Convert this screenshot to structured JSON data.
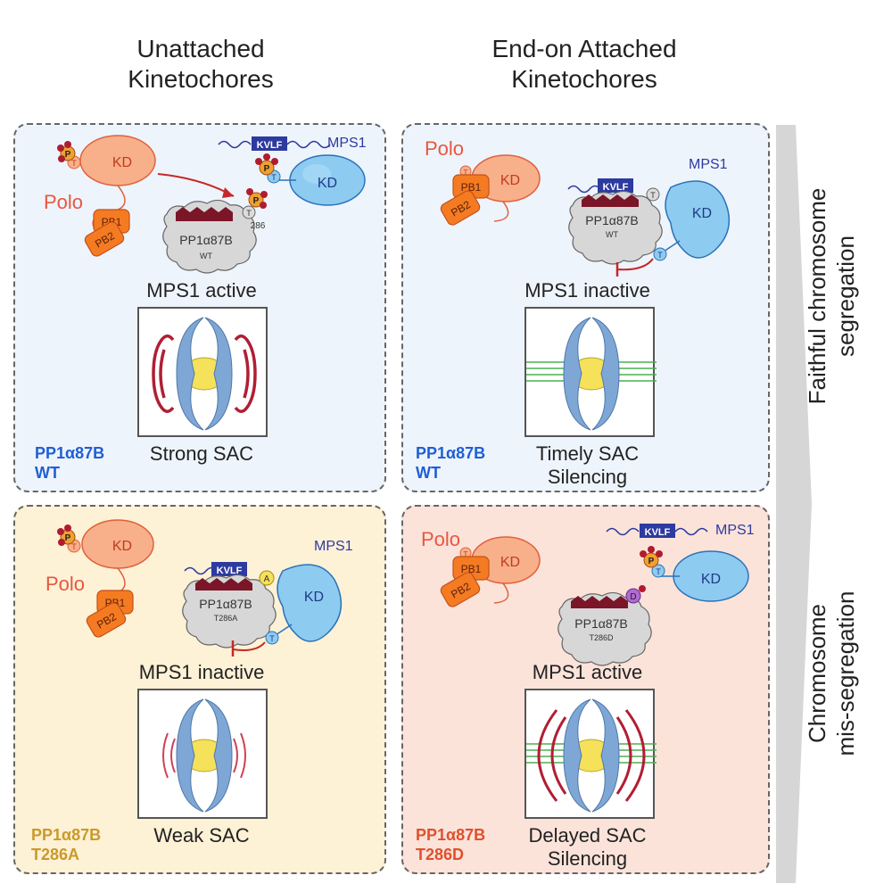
{
  "columns": {
    "left": {
      "line1": "Unattached",
      "line2": "Kinetochores"
    },
    "right": {
      "line1": "End-on Attached",
      "line2": "Kinetochores"
    }
  },
  "side_labels": {
    "top": {
      "line1": "Faithful chromosome",
      "line2": "segregation"
    },
    "bottom": {
      "line1": "Chromosome",
      "line2": "mis-segregation"
    }
  },
  "labels": {
    "polo": "Polo",
    "mps1": "MPS1",
    "kd": "KD",
    "pb1": "PB1",
    "pb2": "PB2",
    "kvlf": "KVLF",
    "pp1": "PP1α87B",
    "t": "T",
    "p": "P",
    "a": "A",
    "d": "D",
    "site": "286"
  },
  "panels": [
    {
      "status": "MPS1 active",
      "sac_line1": "Strong SAC",
      "sac_line2": "",
      "genotype_line1": "PP1α87B",
      "genotype_line2": "WT",
      "variant": "WT",
      "genotype_color": "#1f5fd6"
    },
    {
      "status": "MPS1 inactive",
      "sac_line1": "Timely SAC",
      "sac_line2": "Silencing",
      "genotype_line1": "PP1α87B",
      "genotype_line2": "WT",
      "variant": "WT",
      "genotype_color": "#1f5fd6"
    },
    {
      "status": "MPS1 inactive",
      "sac_line1": "Weak SAC",
      "sac_line2": "",
      "genotype_line1": "PP1α87B",
      "genotype_line2": "T286A",
      "variant": "T286A",
      "genotype_color": "#c99a2a"
    },
    {
      "status": "MPS1 active",
      "sac_line1": "Delayed SAC",
      "sac_line2": "Silencing",
      "genotype_line1": "PP1α87B",
      "genotype_line2": "T286D",
      "variant": "T286D",
      "genotype_color": "#e0502c"
    }
  ]
}
